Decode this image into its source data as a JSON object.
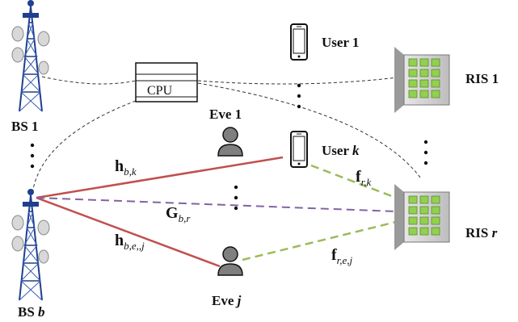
{
  "nodes": {
    "bs1": "BS 1",
    "bsb": "BS b",
    "cpu": "CPU",
    "user1": "User 1",
    "userk": "User k",
    "eve1": "Eve 1",
    "evej": "Eve j",
    "ris1": "RIS 1",
    "risr": "RIS r"
  },
  "channels": {
    "h_bk": "h_{b,k}",
    "G_br": "G_{b,r}",
    "h_bej": "h_{b,e,,j}",
    "f_rk": "f_{r,k}",
    "f_rej": "f_{r,e,j}"
  },
  "colors": {
    "legit_link": "#c0504d",
    "bs_ris_link": "#8064a2",
    "ris_link": "#9bbb59",
    "backhaul": "#333333",
    "ris_tile": "#92d050",
    "person": "#7f7f7f"
  }
}
